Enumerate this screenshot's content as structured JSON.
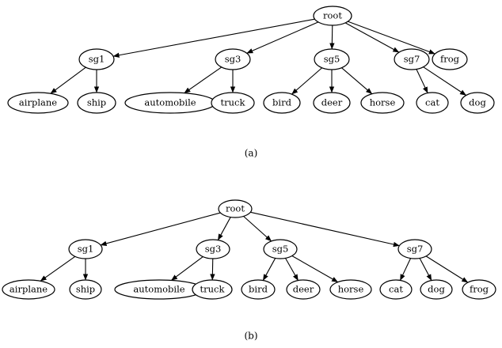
{
  "figures": [
    {
      "id": "a",
      "caption": "(a)",
      "nodes": [
        {
          "id": "root",
          "label": "root"
        },
        {
          "id": "sg1",
          "label": "sg1"
        },
        {
          "id": "sg3",
          "label": "sg3"
        },
        {
          "id": "sg5",
          "label": "sg5"
        },
        {
          "id": "sg7",
          "label": "sg7"
        },
        {
          "id": "frog",
          "label": "frog"
        },
        {
          "id": "airplane",
          "label": "airplane"
        },
        {
          "id": "ship",
          "label": "ship"
        },
        {
          "id": "automobile",
          "label": "automobile"
        },
        {
          "id": "truck",
          "label": "truck"
        },
        {
          "id": "bird",
          "label": "bird"
        },
        {
          "id": "deer",
          "label": "deer"
        },
        {
          "id": "horse",
          "label": "horse"
        },
        {
          "id": "cat",
          "label": "cat"
        },
        {
          "id": "dog",
          "label": "dog"
        }
      ],
      "edges": [
        [
          "root",
          "sg1"
        ],
        [
          "root",
          "sg3"
        ],
        [
          "root",
          "sg5"
        ],
        [
          "root",
          "sg7"
        ],
        [
          "root",
          "frog"
        ],
        [
          "sg1",
          "airplane"
        ],
        [
          "sg1",
          "ship"
        ],
        [
          "sg3",
          "automobile"
        ],
        [
          "sg3",
          "truck"
        ],
        [
          "sg5",
          "bird"
        ],
        [
          "sg5",
          "deer"
        ],
        [
          "sg5",
          "horse"
        ],
        [
          "sg7",
          "cat"
        ],
        [
          "sg7",
          "dog"
        ]
      ]
    },
    {
      "id": "b",
      "caption": "(b)",
      "nodes": [
        {
          "id": "root",
          "label": "root"
        },
        {
          "id": "sg1",
          "label": "sg1"
        },
        {
          "id": "sg3",
          "label": "sg3"
        },
        {
          "id": "sg5",
          "label": "sg5"
        },
        {
          "id": "sg7",
          "label": "sg7"
        },
        {
          "id": "airplane",
          "label": "airplane"
        },
        {
          "id": "ship",
          "label": "ship"
        },
        {
          "id": "automobile",
          "label": "automobile"
        },
        {
          "id": "truck",
          "label": "truck"
        },
        {
          "id": "bird",
          "label": "bird"
        },
        {
          "id": "deer",
          "label": "deer"
        },
        {
          "id": "horse",
          "label": "horse"
        },
        {
          "id": "cat",
          "label": "cat"
        },
        {
          "id": "dog",
          "label": "dog"
        },
        {
          "id": "frog",
          "label": "frog"
        }
      ],
      "edges": [
        [
          "root",
          "sg1"
        ],
        [
          "root",
          "sg3"
        ],
        [
          "root",
          "sg5"
        ],
        [
          "root",
          "sg7"
        ],
        [
          "sg1",
          "airplane"
        ],
        [
          "sg1",
          "ship"
        ],
        [
          "sg3",
          "automobile"
        ],
        [
          "sg3",
          "truck"
        ],
        [
          "sg5",
          "bird"
        ],
        [
          "sg5",
          "deer"
        ],
        [
          "sg5",
          "horse"
        ],
        [
          "sg7",
          "cat"
        ],
        [
          "sg7",
          "dog"
        ],
        [
          "sg7",
          "frog"
        ]
      ]
    }
  ]
}
